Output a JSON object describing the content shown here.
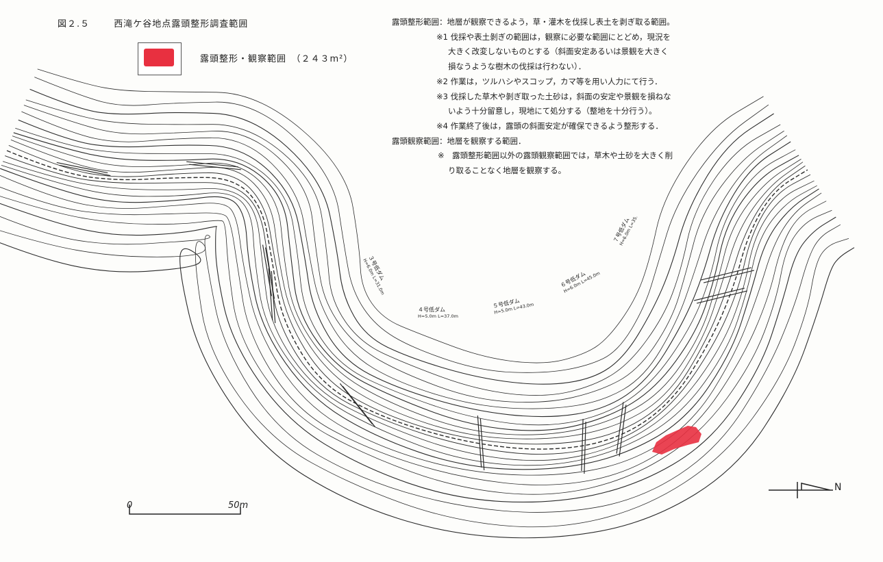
{
  "figure": {
    "number": "図２.５",
    "title": "西滝ケ谷地点露頭整形調査範囲"
  },
  "legend": {
    "label": "露頭整形・観察範囲　（２４３m²）",
    "color": "#e83040"
  },
  "notes": {
    "seikei_title": "露頭整形範囲：地層が観察できるよう，草・灌木を伐採し表土を剥ぎ取る範囲。",
    "note1_line1": "※1 伐採や表土剝ぎの範囲は，観察に必要な範囲にとどめ，現況を",
    "note1_line2": "大きく改変しないものとする（斜面安定あるいは景観を大きく",
    "note1_line3": "損なうような樹木の伐採は行わない）．",
    "note2": "※2 作業は，ツルハシやスコップ，カマ等を用い人力にて行う．",
    "note3_line1": "※3 伐採した草木や剝ぎ取った土砂は，斜面の安定や景観を損ねな",
    "note3_line2": "いよう十分留意し，現地にて処分する（整地を十分行う）。",
    "note4": "※4 作業終了後は，露頭の斜面安定が確保できるよう整形する．",
    "kansatsu_title": "露頭観察範囲：地層を観察する範囲．",
    "note5_line1": "※　露頭整形範囲以外の露頭観察範囲では，草木や土砂を大きく削",
    "note5_line2": "り取ることなく地層を観察する。"
  },
  "dams": [
    {
      "name": "３号低ダム",
      "spec": "H=6.0m L=31.0m"
    },
    {
      "name": "４号低ダム",
      "spec": "H=5.0m L=37.0m"
    },
    {
      "name": "５号低ダム",
      "spec": "H=5.0m L=43.0m"
    },
    {
      "name": "６号低ダム",
      "spec": "H=6.0m L=45.0m"
    },
    {
      "name": "７号低ダム",
      "spec": "H=6.0m L=35."
    }
  ],
  "scale": {
    "start": "0",
    "end": "50m"
  },
  "north_label": "N",
  "colors": {
    "line": "#2a2a2a",
    "highlight": "#e83040"
  }
}
